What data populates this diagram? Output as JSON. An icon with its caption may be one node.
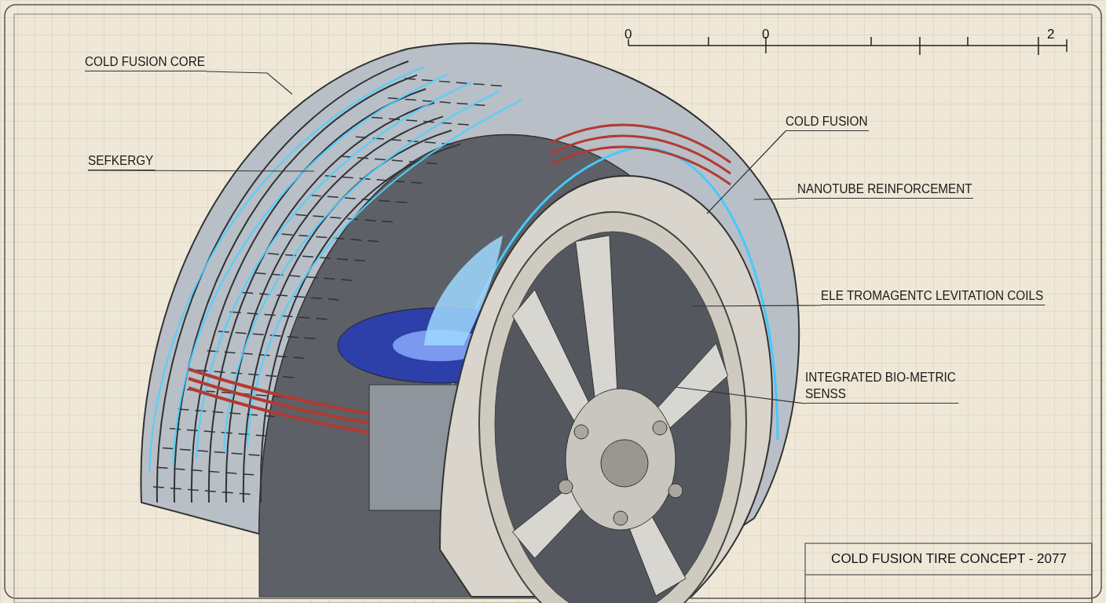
{
  "diagram": {
    "title": "COLD FUSION TIRE CONCEPT - 2077",
    "nodes": [
      {
        "text": [
          "COLD FUSION CORE"
        ]
      },
      {
        "text": [
          "SEFKERGY"
        ]
      },
      {
        "text": [
          "COLD FUSION"
        ]
      },
      {
        "text": [
          "NANOTUBE REINFORCEMENT"
        ]
      },
      {
        "text": [
          "ELE TROMAGENTC LEVITATION COILS"
        ]
      },
      {
        "text": [
          "INTEGRATED BIO-METRIC SENSS"
        ]
      }
    ],
    "edges": [
      {
        "from": 0,
        "to": null,
        "arrow": "none"
      },
      {
        "from": 1,
        "to": null,
        "arrow": "none"
      },
      {
        "from": 2,
        "to": null,
        "arrow": "none"
      },
      {
        "from": 3,
        "to": null,
        "arrow": "none"
      },
      {
        "from": 4,
        "to": null,
        "arrow": "none"
      },
      {
        "from": 5,
        "to": null,
        "arrow": "none"
      }
    ],
    "labels": [
      "0",
      "0",
      "2"
    ]
  }
}
